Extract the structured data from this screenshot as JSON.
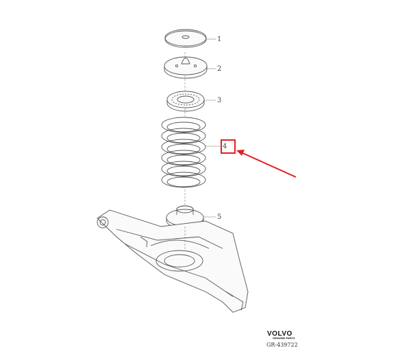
{
  "parts": [
    {
      "number": "1"
    },
    {
      "number": "2"
    },
    {
      "number": "3"
    },
    {
      "number": "4"
    },
    {
      "number": "5"
    }
  ],
  "branding": {
    "logo_text": "VOLVO",
    "logo_subtext": "GENUINE PARTS",
    "reference_code": "GR-439722"
  },
  "highlight": {
    "target_part": "4",
    "color": "#e02020"
  }
}
